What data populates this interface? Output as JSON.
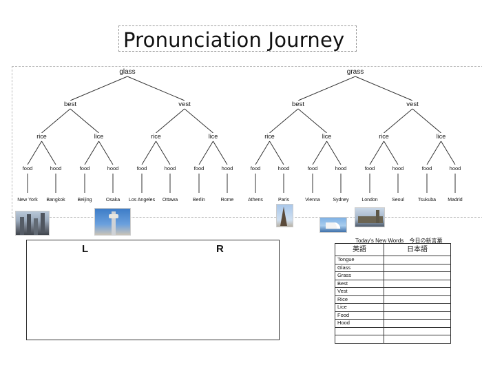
{
  "title": "Pronunciation Journey",
  "tree": {
    "roots": [
      "glass",
      "grass"
    ],
    "level1": [
      "best",
      "vest",
      "best",
      "vest"
    ],
    "level2": [
      "rice",
      "lice",
      "rice",
      "lice",
      "rice",
      "lice",
      "rice",
      "lice"
    ],
    "level3": [
      "food",
      "hood",
      "food",
      "hood",
      "food",
      "hood",
      "food",
      "hood",
      "food",
      "hood",
      "food",
      "hood",
      "food",
      "hood",
      "food",
      "hood"
    ],
    "cities": [
      "New York",
      "Bangkok",
      "Beijing",
      "Osaka",
      "Los Angeles",
      "Ottawa",
      "Berlin",
      "Rome",
      "Athens",
      "Paris",
      "Vienna",
      "Sydney",
      "London",
      "Seoul",
      "Tsukuba",
      "Madrid"
    ]
  },
  "lr_box": {
    "left_label": "L",
    "right_label": "R"
  },
  "vocab": {
    "title_en": "Today's New Words",
    "title_jp": "今日の新言葉",
    "col_en": "英語",
    "col_jp": "日本語",
    "words": [
      "Tongue",
      "Glass",
      "Grass",
      "Best",
      "Vest",
      "Rice",
      "Lice",
      "Food",
      "Hood",
      "",
      ""
    ]
  }
}
